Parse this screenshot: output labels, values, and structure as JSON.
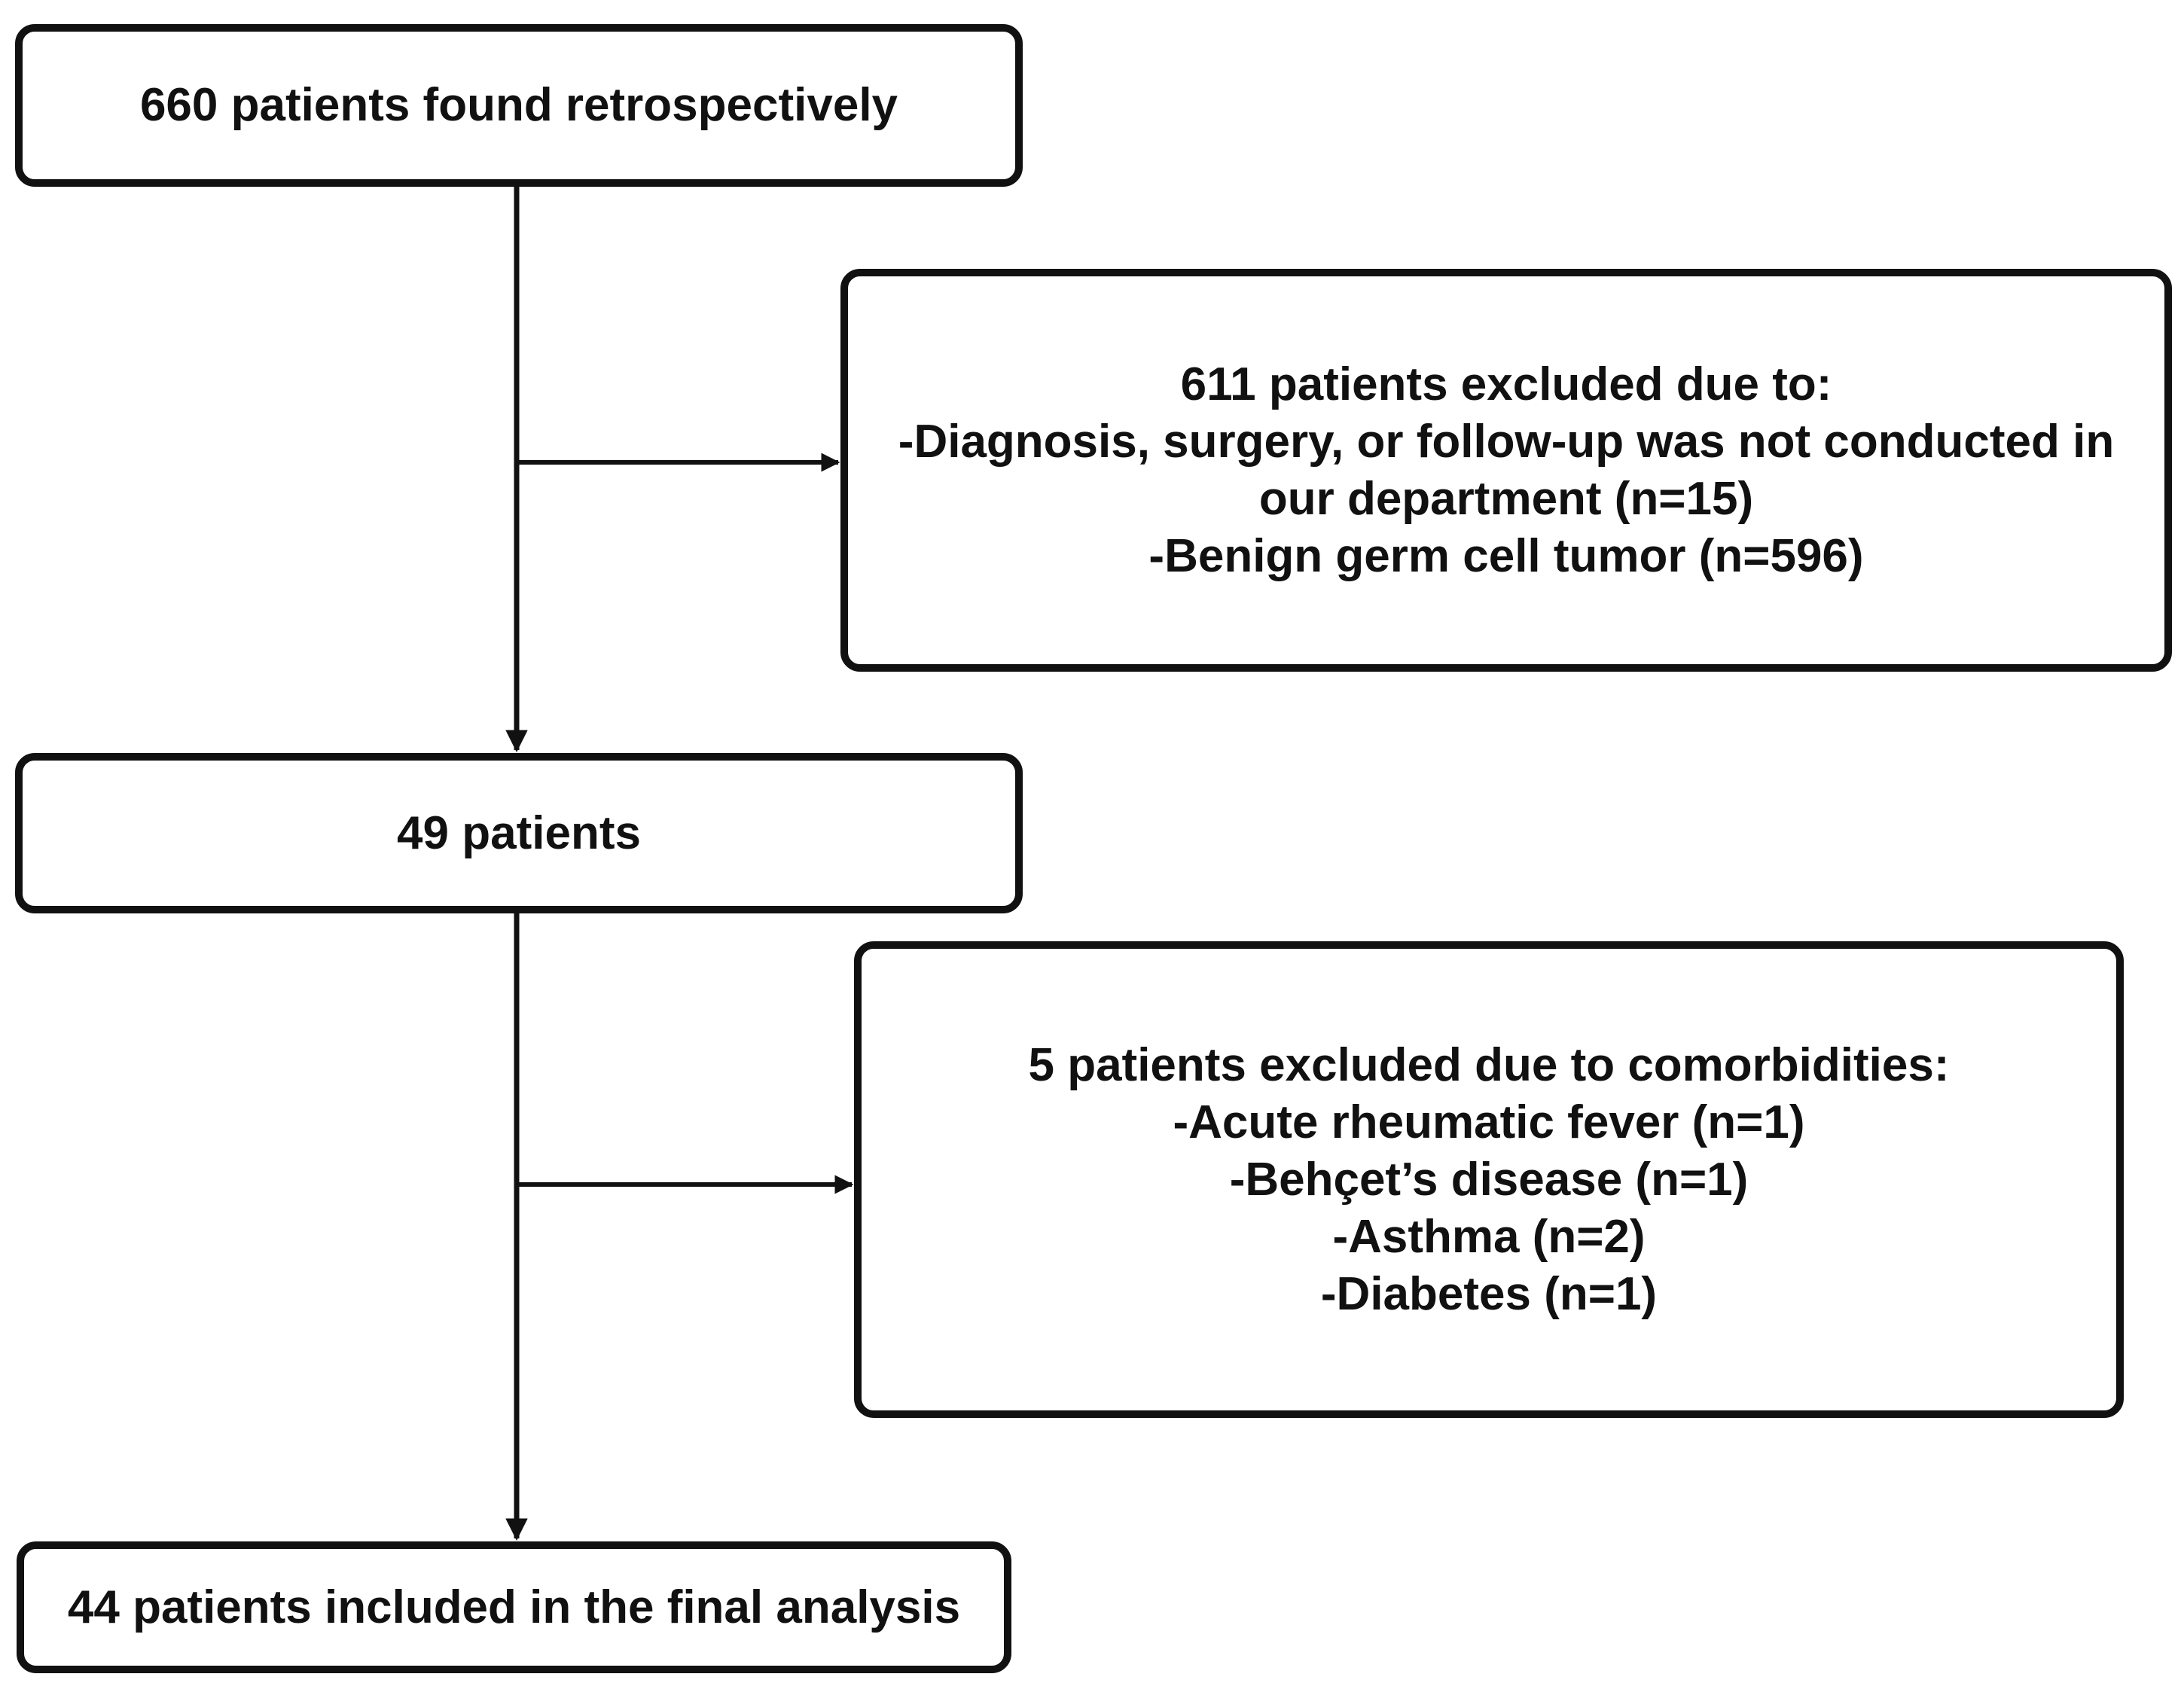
{
  "flowchart": {
    "start": {
      "text": "660 patients found retrospectively"
    },
    "exclusion_1": {
      "lines": [
        "611 patients excluded due to:",
        "-Diagnosis, surgery, or follow-up was not conducted in",
        "our department (n=15)",
        "-Benign germ cell tumor (n=596)"
      ]
    },
    "middle": {
      "text": "49 patients"
    },
    "exclusion_2": {
      "lines": [
        "5 patients excluded due to comorbidities:",
        "-Acute rheumatic fever (n=1)",
        "-Behçet’s disease (n=1)",
        "-Asthma (n=2)",
        "-Diabetes (n=1)"
      ]
    },
    "final": {
      "text": "44 patients included in the final analysis"
    }
  },
  "colors": {
    "line": "#111111",
    "background": "#ffffff"
  }
}
